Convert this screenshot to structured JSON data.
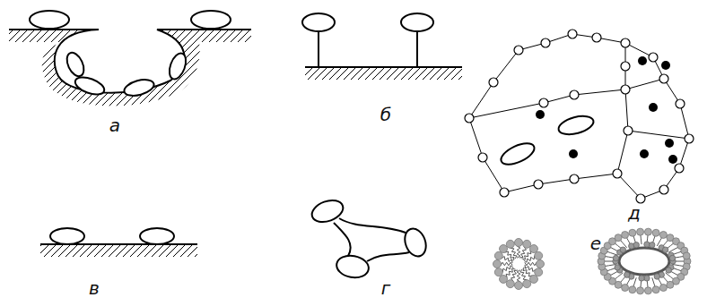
{
  "diagram": {
    "labels": [
      "а",
      "б",
      "в",
      "г",
      "д",
      "е"
    ]
  }
}
